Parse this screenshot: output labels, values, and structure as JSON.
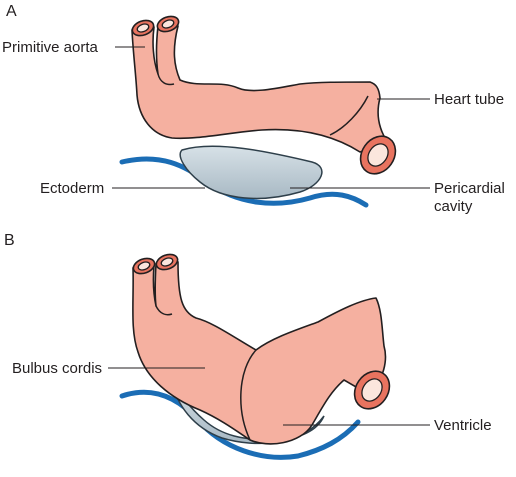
{
  "colors": {
    "tube_fill": "#f5b0a0",
    "lumen_ring": "#e8735f",
    "outline": "#231f20",
    "ectoderm": "#1b6db5",
    "pericardial_fill": "#a8b9c4",
    "pericardial_light": "#d7e1e7"
  },
  "panel_a": {
    "letter": "A",
    "labels": {
      "primitive_aorta": "Primitive aorta",
      "heart_tube": "Heart tube",
      "ectoderm": "Ectoderm",
      "pericardial_line1": "Pericardial",
      "pericardial_line2": "cavity"
    }
  },
  "panel_b": {
    "letter": "B",
    "labels": {
      "bulbus_cordis": "Bulbus cordis",
      "ventricle": "Ventricle"
    }
  }
}
